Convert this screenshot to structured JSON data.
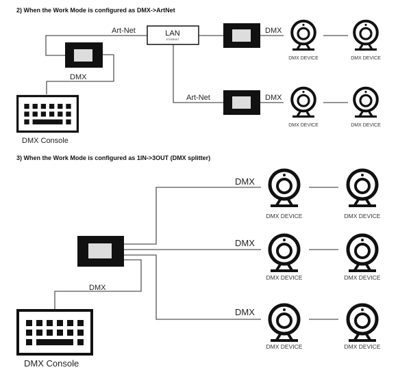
{
  "section2": {
    "title": "2) When the Work Mode is configured as DMX->ArtNet",
    "lan": "LAN",
    "ethernet": "ETHERNET",
    "artnet_top": "Art-Net",
    "artnet_bottom": "Art-Net",
    "dmx_console_link": "DMX",
    "dmx_out_top": "DMX",
    "dmx_out_bottom": "DMX",
    "console_label": "DMX Console",
    "device_label": "DMX DEVICE"
  },
  "section3": {
    "title": "3) When the Work Mode is configured as 1IN->3OUT (DMX splitter)",
    "dmx_out_1": "DMX",
    "dmx_out_2": "DMX",
    "dmx_out_3": "DMX",
    "dmx_console_link": "DMX",
    "console_label": "DMX Console",
    "device_label": "DMX DEVICE"
  }
}
